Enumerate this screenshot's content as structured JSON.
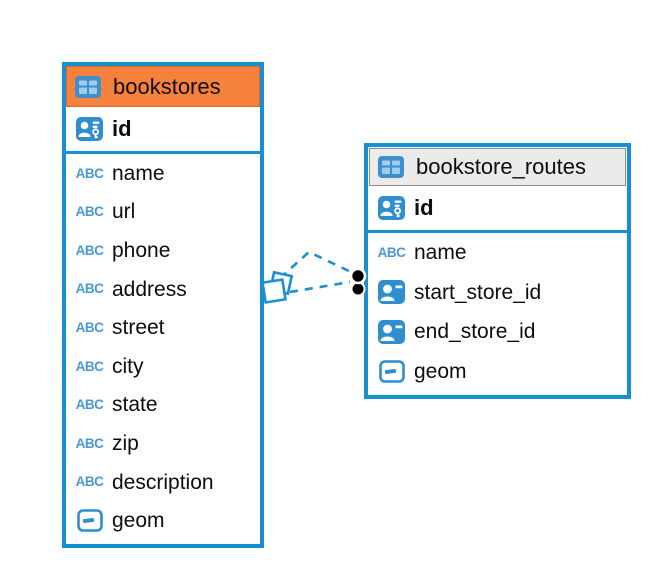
{
  "diagram": {
    "colors": {
      "table_border_blue": "#1590d2",
      "icon_blue": "#2f8ecf",
      "bookstores_header_bg": "#f6813c",
      "bookstores_header_border": "#dd6a24",
      "routes_header_bg": "#ebebeb",
      "routes_header_border": "#8f8f8f",
      "relation_line_blue": "#1e8fd0",
      "relation_dot": "#000000"
    },
    "icons": {
      "text_type_glyph": "ABC",
      "table_icon": "table-grid-icon",
      "primary_key_icon": "person-key-icon",
      "reference_icon": "person-card-icon",
      "geometry_icon": "geometry-box-icon"
    },
    "tables": [
      {
        "name": "bookstores",
        "header_style": "orange",
        "primary_key": {
          "name": "id",
          "icon": "person-key-icon"
        },
        "columns": [
          {
            "name": "name",
            "icon": "text-type-icon"
          },
          {
            "name": "url",
            "icon": "text-type-icon"
          },
          {
            "name": "phone",
            "icon": "text-type-icon"
          },
          {
            "name": "address",
            "icon": "text-type-icon"
          },
          {
            "name": "street",
            "icon": "text-type-icon"
          },
          {
            "name": "city",
            "icon": "text-type-icon"
          },
          {
            "name": "state",
            "icon": "text-type-icon"
          },
          {
            "name": "zip",
            "icon": "text-type-icon"
          },
          {
            "name": "description",
            "icon": "text-type-icon"
          },
          {
            "name": "geom",
            "icon": "geometry-type-icon"
          }
        ]
      },
      {
        "name": "bookstore_routes",
        "header_style": "gray",
        "primary_key": {
          "name": "id",
          "icon": "person-key-icon"
        },
        "columns": [
          {
            "name": "name",
            "icon": "text-type-icon"
          },
          {
            "name": "start_store_id",
            "icon": "person-ref-icon"
          },
          {
            "name": "end_store_id",
            "icon": "person-ref-icon"
          },
          {
            "name": "geom",
            "icon": "geometry-type-icon"
          }
        ]
      }
    ],
    "relations": [
      {
        "from": "bookstores.id",
        "to": "bookstore_routes.start_store_id",
        "style": "dashed"
      },
      {
        "from": "bookstores.id",
        "to": "bookstore_routes.end_store_id",
        "style": "dashed"
      }
    ]
  }
}
